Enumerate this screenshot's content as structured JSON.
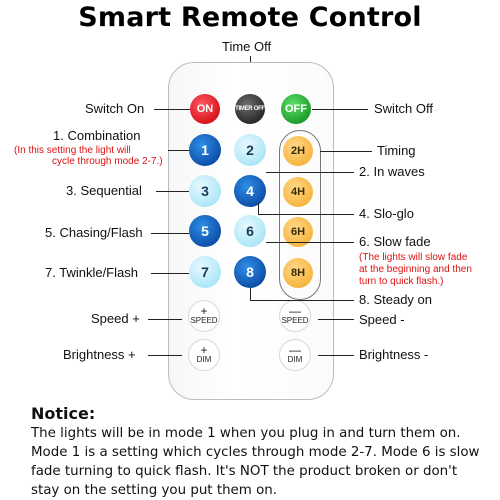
{
  "title": "Smart Remote Control",
  "top_label": "Time Off",
  "buttons": {
    "on": "ON",
    "timer_off": "TIMER OFF",
    "off": "OFF",
    "m1": "1",
    "m2": "2",
    "m3": "3",
    "m4": "4",
    "m5": "5",
    "m6": "6",
    "m7": "7",
    "m8": "8",
    "t2": "2H",
    "t4": "4H",
    "t6": "6H",
    "t8": "8H",
    "speed_plus_sym": "+",
    "speed_minus_sym": "—",
    "speed_label": "SPEED",
    "dim_plus_sym": "+",
    "dim_minus_sym": "—",
    "dim_label": "DIM"
  },
  "labels": {
    "switch_on": "Switch On",
    "switch_off": "Switch Off",
    "combination": "1. Combination",
    "combination_note_1": "(In this setting the light will",
    "combination_note_2": "cycle through mode 2-7.)",
    "timing": "Timing",
    "in_waves": "2. In waves",
    "sequential": "3. Sequential",
    "slo_glo": "4. Slo-glo",
    "chasing": "5. Chasing/Flash",
    "slow_fade": "6. Slow fade",
    "slow_fade_note_1": "(The lights will slow fade",
    "slow_fade_note_2": "at the beginning and then",
    "slow_fade_note_3": "turn to quick flash.)",
    "twinkle": "7. Twinkle/Flash",
    "steady_on": "8. Steady on",
    "speed_plus": "Speed +",
    "speed_minus": "Speed -",
    "brightness_plus": "Brightness +",
    "brightness_minus": "Brightness -"
  },
  "notice": {
    "heading": "Notice:",
    "line1": "The lights will be in mode 1 when you plug in and turn them on.",
    "line2": "Mode 1 is a setting which cycles through mode 2-7. Mode 6 is slow",
    "line3": "fade turning to quick flash. It's NOT the product broken or don't",
    "line4": "stay on the setting you put them on."
  }
}
